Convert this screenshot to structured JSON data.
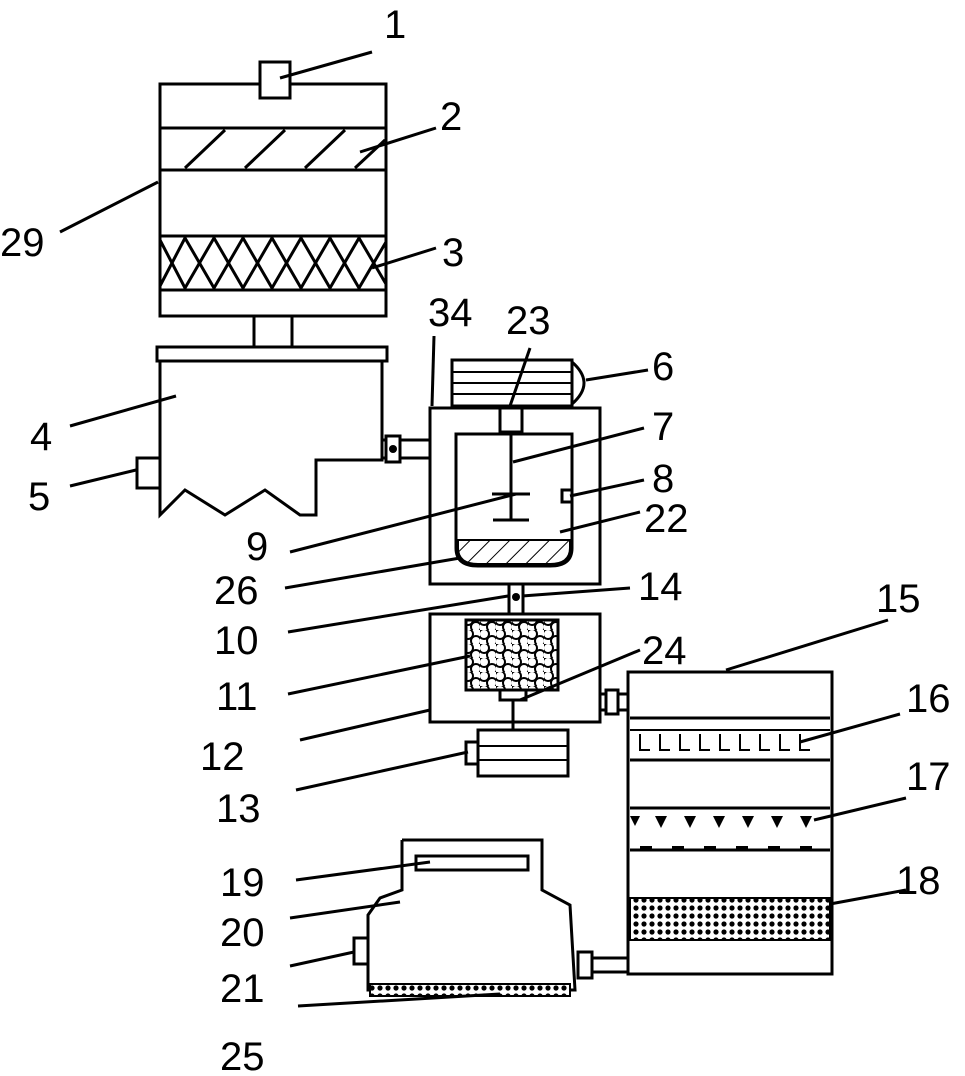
{
  "figure": {
    "background_color": "#ffffff",
    "line_color": "#000000",
    "labels": [
      "1",
      "2",
      "29",
      "3",
      "34",
      "23",
      "6",
      "4",
      "7",
      "5",
      "8",
      "9",
      "22",
      "26",
      "14",
      "10",
      "15",
      "24",
      "11",
      "16",
      "12",
      "13",
      "17",
      "19",
      "18",
      "20",
      "21",
      "25"
    ]
  }
}
